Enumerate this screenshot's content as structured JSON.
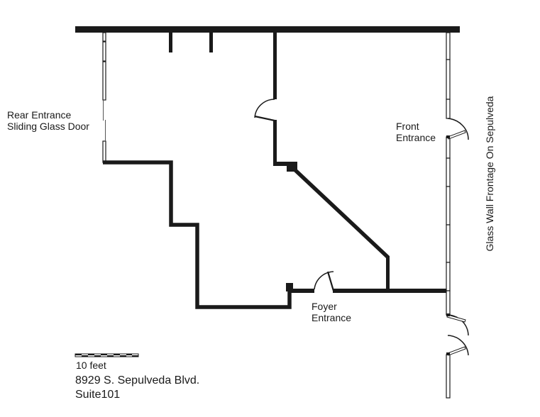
{
  "labels": {
    "rear_entrance": [
      "Rear Entrance",
      "Sliding Glass Door"
    ],
    "front_entrance": [
      "Front",
      "Entrance"
    ],
    "foyer_entrance": [
      "Foyer",
      "Entrance"
    ],
    "glass_wall": "Glass Wall Frontage On Sepulveda"
  },
  "scale": {
    "label": "10 feet",
    "segments": 10
  },
  "address": {
    "line1": "8929 S. Sepulveda Blvd.",
    "line2": "Suite101"
  },
  "colors": {
    "wall": "#1a1a1a",
    "background": "#ffffff"
  }
}
